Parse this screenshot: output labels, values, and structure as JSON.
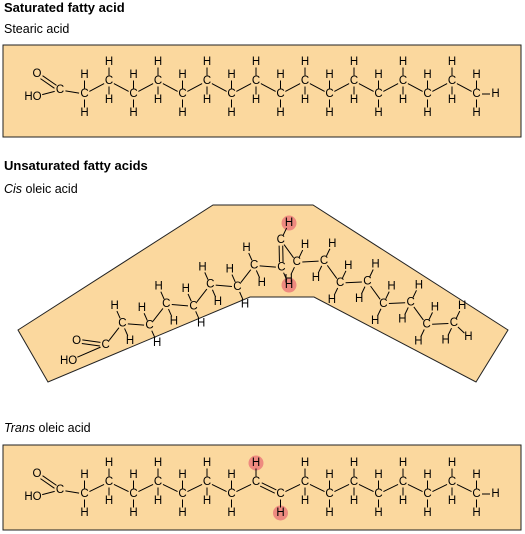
{
  "sections": {
    "saturated_heading": "Saturated fatty acid",
    "unsaturated_heading": "Unsaturated fatty acids"
  },
  "molecules": {
    "stearic": {
      "name": "Stearic acid"
    },
    "cis": {
      "prefix": "Cis",
      "rest": " oleic acid"
    },
    "trans": {
      "prefix": "Trans",
      "rest": " oleic acid"
    }
  },
  "atoms": {
    "carbon": "C",
    "hydrogen": "H",
    "carbonyl_oxygen": "O",
    "hydroxyl": "HO"
  },
  "colors": {
    "molecule_fill": "#fbd89e",
    "molecule_border": "#222222",
    "highlight_hydrogen": "#ee8a7f"
  }
}
